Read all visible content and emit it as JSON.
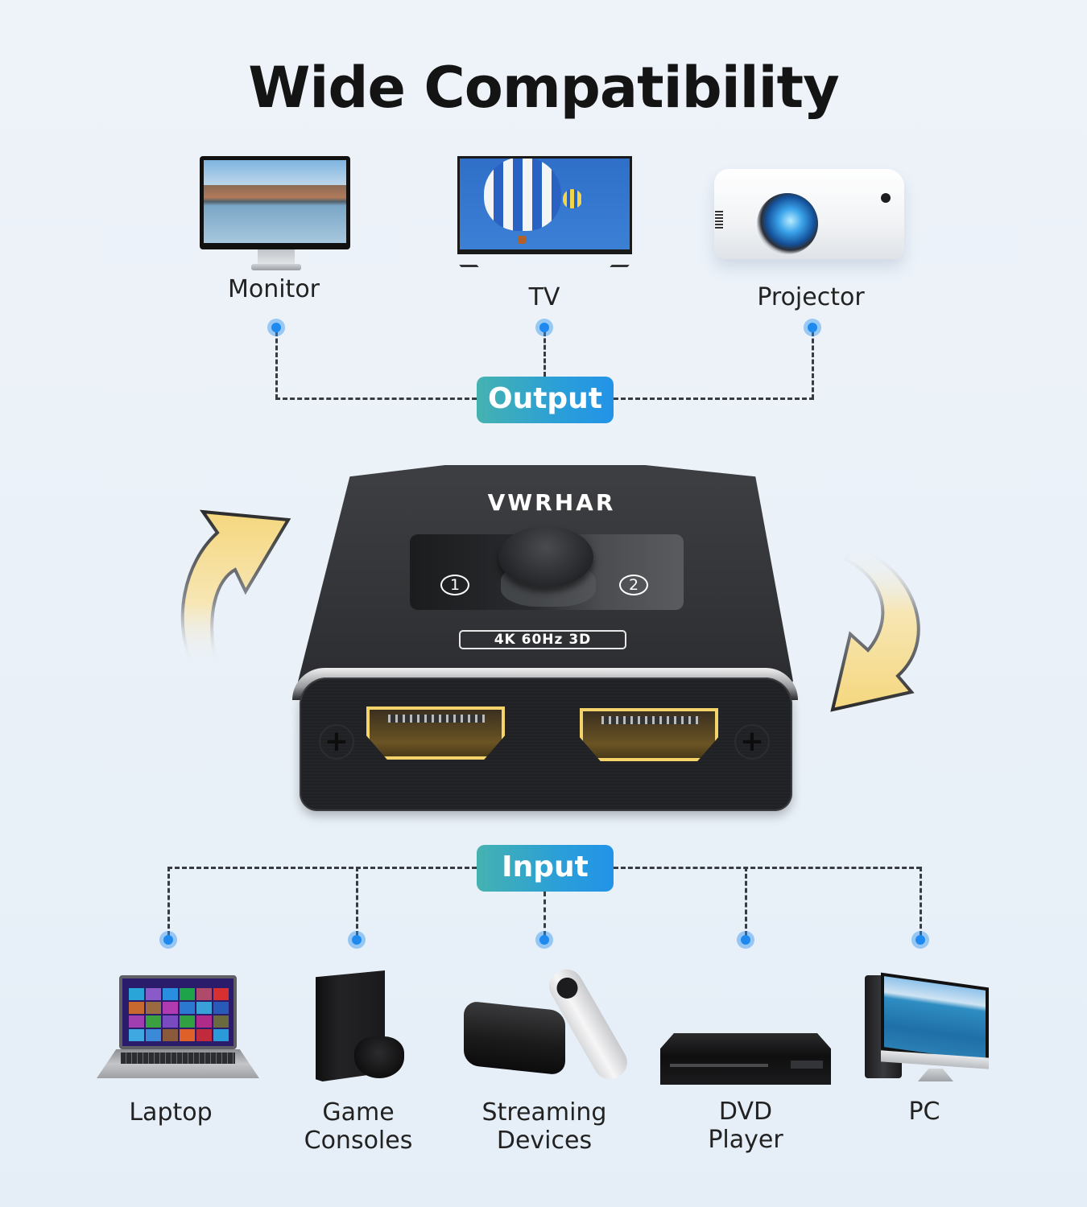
{
  "title": "Wide Compatibility",
  "output": {
    "label": "Output",
    "devices": [
      {
        "name": "Monitor",
        "icon": "monitor-icon"
      },
      {
        "name": "TV",
        "icon": "tv-icon"
      },
      {
        "name": "Projector",
        "icon": "projector-icon"
      }
    ]
  },
  "switch": {
    "brand": "VWRHAR",
    "port_1": "1",
    "port_2": "2",
    "spec": "4K 60Hz  3D",
    "screw_glyph": "+",
    "arrows": [
      "curved-arrow-up-icon",
      "curved-arrow-down-icon"
    ]
  },
  "input": {
    "label": "Input",
    "devices": [
      {
        "name": "Laptop",
        "icon": "laptop-icon"
      },
      {
        "name": "Game\nConsoles",
        "icon": "game-console-icon"
      },
      {
        "name": "Streaming\nDevices",
        "icon": "streaming-device-icon"
      },
      {
        "name": "DVD\nPlayer",
        "icon": "dvd-player-icon"
      },
      {
        "name": "PC",
        "icon": "pc-icon"
      }
    ]
  },
  "colors": {
    "background": "#eaf1f8",
    "pill_gradient_start": "#45b2b0",
    "pill_gradient_end": "#2293e8",
    "dot": "#1e8af0",
    "dash_line": "#373c44",
    "arrow_fill": "#f5dc8a",
    "hdmi_gold": "#f3d36a",
    "switch_body": "#333437"
  }
}
